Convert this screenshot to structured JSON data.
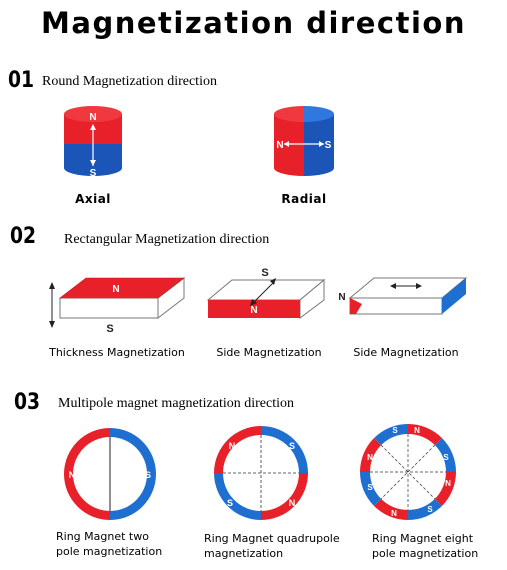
{
  "title": "Magnetization direction",
  "colors": {
    "north": "#e8202a",
    "south": "#1e6fd0",
    "outline": "#555555"
  },
  "sections": [
    {
      "number": "01",
      "heading": "Round Magnetization direction",
      "items": [
        {
          "caption": "Axial",
          "pole_n": "N",
          "pole_s": "S"
        },
        {
          "caption": "Radial",
          "pole_n": "N",
          "pole_s": "S"
        }
      ]
    },
    {
      "number": "02",
      "heading": "Rectangular Magnetization direction",
      "items": [
        {
          "caption": "Thickness Magnetization",
          "pole_n": "N",
          "pole_s": "S"
        },
        {
          "caption": "Side Magnetization",
          "pole_n": "N",
          "pole_s": "S"
        },
        {
          "caption": "Side Magnetization",
          "pole_n": "N"
        }
      ]
    },
    {
      "number": "03",
      "heading": "Multipole magnet magnetization direction",
      "items": [
        {
          "caption_line1": "Ring Magnet two",
          "caption_line2": "pole magnetization",
          "pole_n": "N",
          "pole_s": "S"
        },
        {
          "caption_line1": "Ring Magnet quadrupole",
          "caption_line2": "magnetization",
          "pole_n": "N",
          "pole_s": "S"
        },
        {
          "caption_line1": "Ring Magnet eight",
          "caption_line2": "pole magnetization",
          "pole_n": "N",
          "pole_s": "S"
        }
      ]
    }
  ]
}
